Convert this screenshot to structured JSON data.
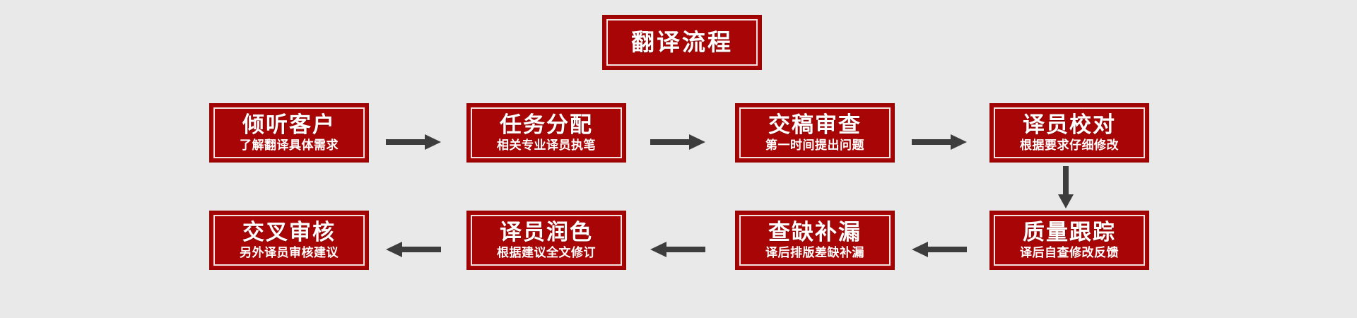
{
  "diagram": {
    "title": "翻译流程",
    "background_color": "#e9e9e9",
    "box_fill_color": "#a80606",
    "box_border_color": "#9c0404",
    "box_inner_border_color": "#f2e3e0",
    "arrow_color": "#3d3d3d",
    "text_color": "#ffffff",
    "steps": [
      {
        "index": 1,
        "title": "倾听客户",
        "subtitle": "了解翻译具体需求",
        "row": 1,
        "column": 1
      },
      {
        "index": 2,
        "title": "任务分配",
        "subtitle": "相关专业译员执笔",
        "row": 1,
        "column": 2
      },
      {
        "index": 3,
        "title": "交稿审查",
        "subtitle": "第一时间提出问题",
        "row": 1,
        "column": 3
      },
      {
        "index": 4,
        "title": "译员校对",
        "subtitle": "根据要求仔细修改",
        "row": 1,
        "column": 4
      },
      {
        "index": 5,
        "title": "质量跟踪",
        "subtitle": "译后自查修改反馈",
        "row": 2,
        "column": 4
      },
      {
        "index": 6,
        "title": "查缺补漏",
        "subtitle": "译后排版差缺补漏",
        "row": 2,
        "column": 3
      },
      {
        "index": 7,
        "title": "译员润色",
        "subtitle": "根据建议全文修订",
        "row": 2,
        "column": 2
      },
      {
        "index": 8,
        "title": "交叉审核",
        "subtitle": "另外译员审核建议",
        "row": 2,
        "column": 1
      }
    ],
    "connectors": [
      {
        "id": "arrow-r1-a",
        "direction": "right",
        "from": 1,
        "to": 2
      },
      {
        "id": "arrow-r1-b",
        "direction": "right",
        "from": 2,
        "to": 3
      },
      {
        "id": "arrow-r1-c",
        "direction": "right",
        "from": 3,
        "to": 4
      },
      {
        "id": "arrow-down",
        "direction": "down",
        "from": 4,
        "to": 5
      },
      {
        "id": "arrow-r2-a",
        "direction": "left",
        "from": 5,
        "to": 6
      },
      {
        "id": "arrow-r2-b",
        "direction": "left",
        "from": 6,
        "to": 7
      },
      {
        "id": "arrow-r2-c",
        "direction": "left",
        "from": 7,
        "to": 8
      }
    ]
  }
}
